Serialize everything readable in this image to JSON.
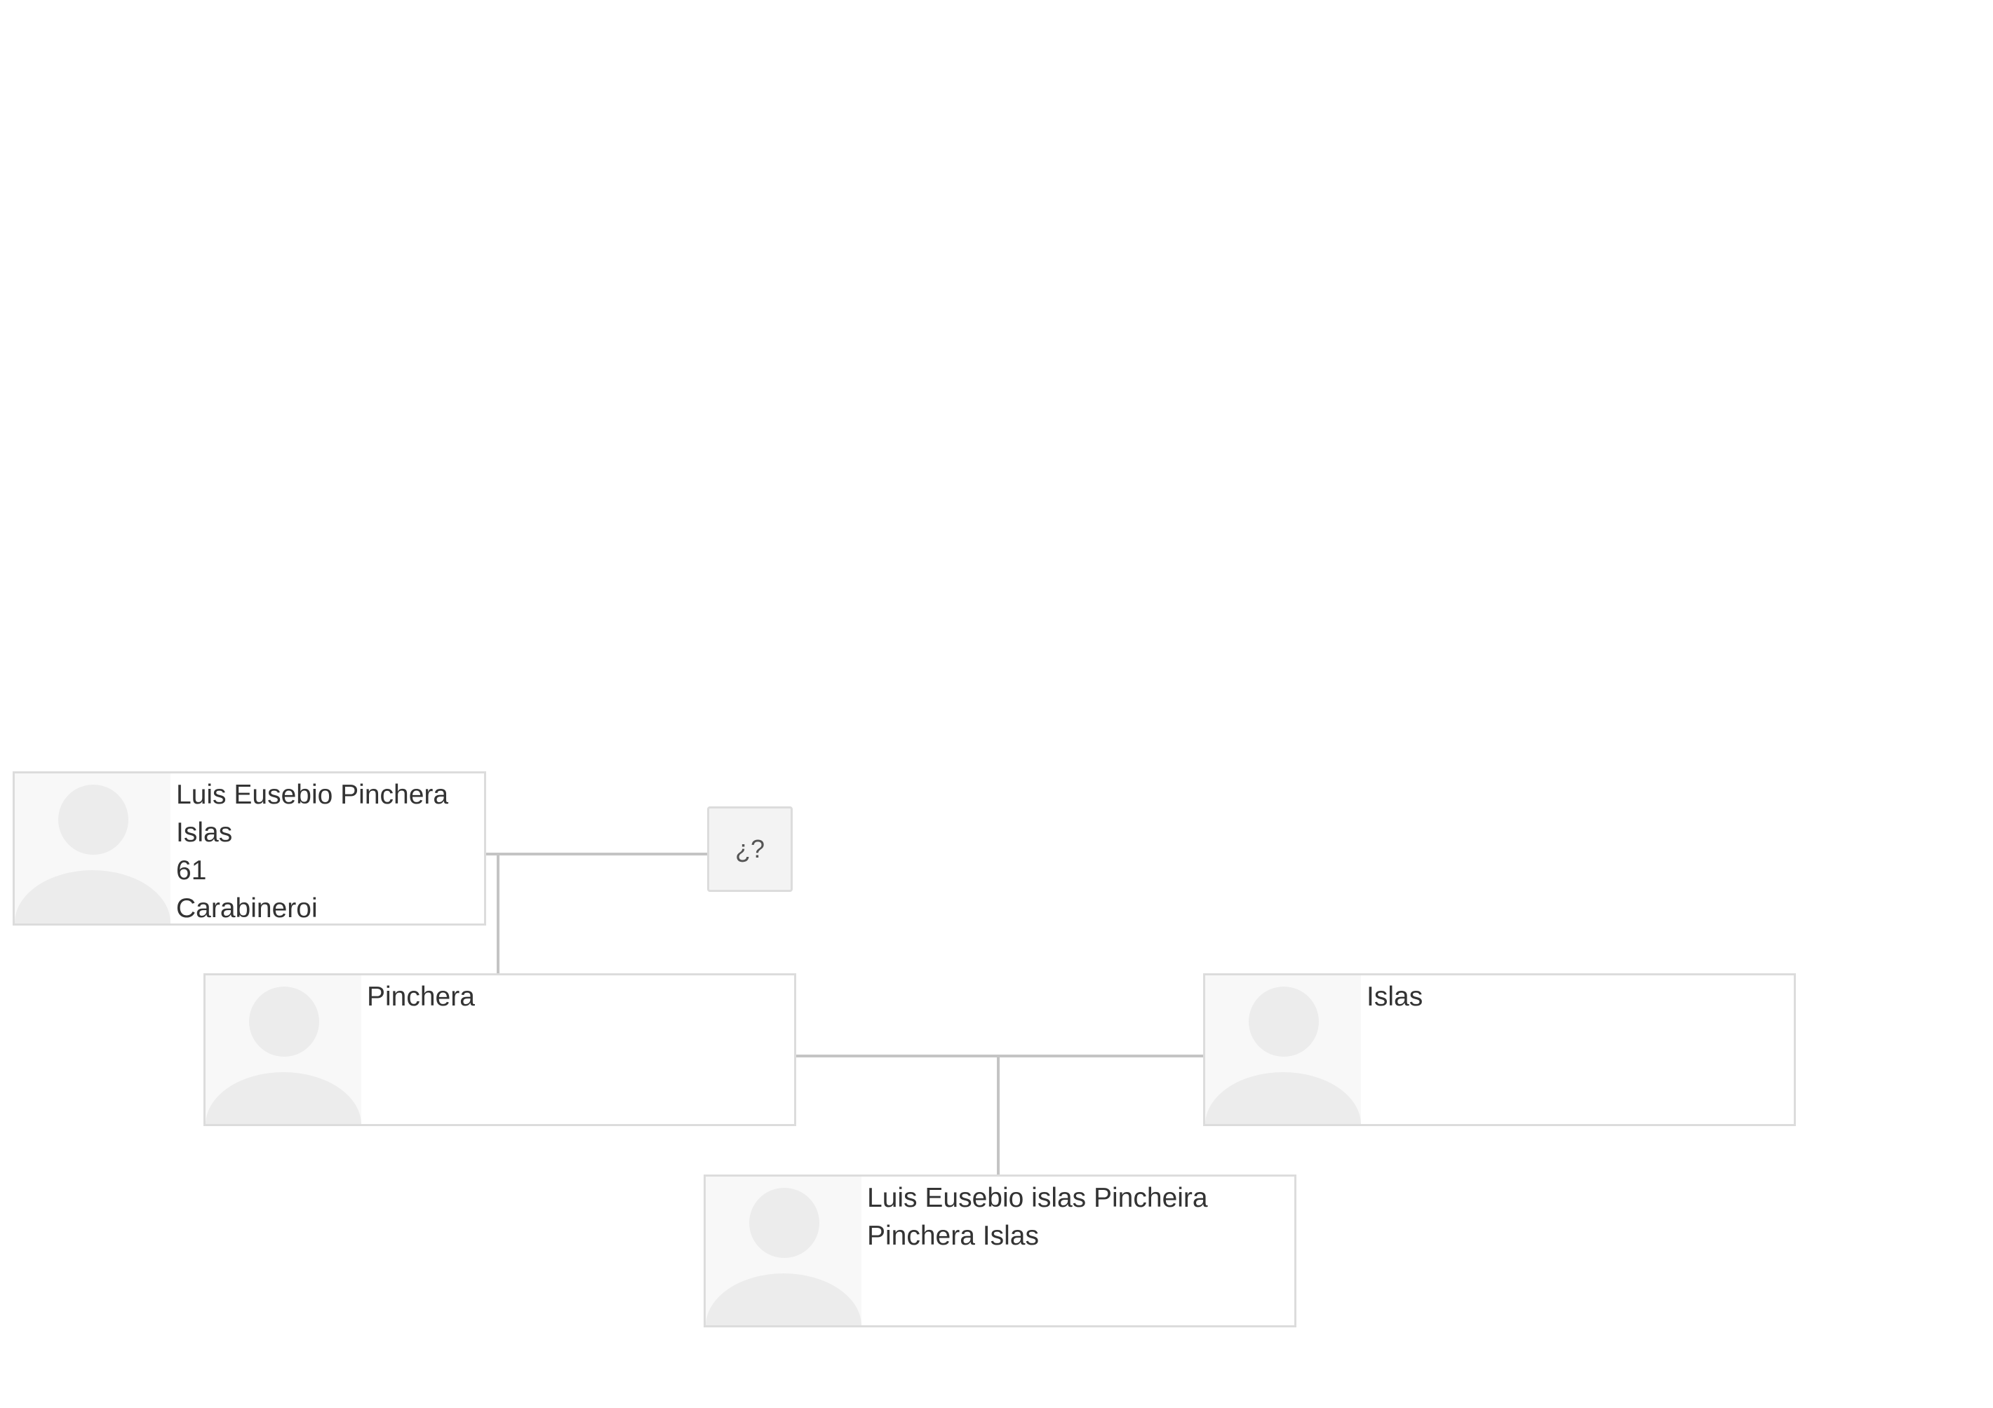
{
  "tree": {
    "persons": {
      "grandfather": {
        "name_line1": "Luis Eusebio Pinchera",
        "name_line2": "Islas",
        "age": "61",
        "occupation": "Carabineroi"
      },
      "unknown_spouse": {
        "label": "¿?"
      },
      "father": {
        "name_line1": "Pinchera"
      },
      "mother": {
        "name_line1": "Islas"
      },
      "child": {
        "name_line1": "Luis Eusebio islas Pincheira",
        "name_line2": "Pinchera Islas"
      }
    },
    "colors": {
      "card_border": "#dcdcdc",
      "card_background": "#ffffff",
      "avatar_background": "#f8f8f8",
      "avatar_silhouette": "#ececec",
      "connector": "#c4c4c4",
      "text": "#333333",
      "unknown_background": "#f3f3f3"
    },
    "icons": {
      "avatar": "person-silhouette-icon"
    }
  }
}
